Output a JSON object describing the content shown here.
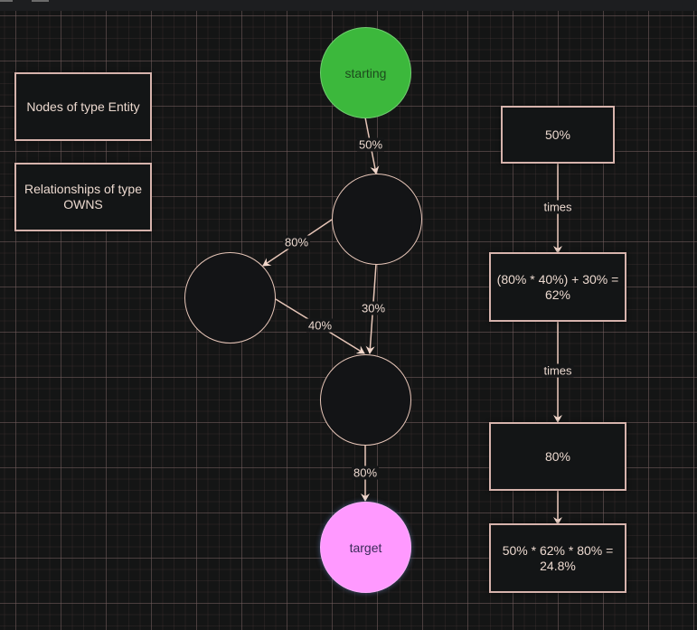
{
  "legend": {
    "entities": "Nodes of type Entity",
    "relationships": "Relationships of type OWNS"
  },
  "graph": {
    "nodes": {
      "start": "starting",
      "a": "",
      "b": "",
      "c": "",
      "target": "target"
    },
    "edges": {
      "start_to_a": "50%",
      "a_to_b": "80%",
      "a_to_c": "30%",
      "b_to_c": "40%",
      "c_to_target": "80%"
    }
  },
  "calculation": {
    "step1": "50%",
    "op1": "times",
    "step2": "(80% * 40%) + 30% = 62%",
    "op2": "times",
    "step3": "80%",
    "result": "50% * 62% * 80% = 24.8%"
  },
  "colors": {
    "start_node": "#3cb83c",
    "target_node": "#ff99ff",
    "stroke": "#e7c6b8",
    "background": "#141515"
  }
}
